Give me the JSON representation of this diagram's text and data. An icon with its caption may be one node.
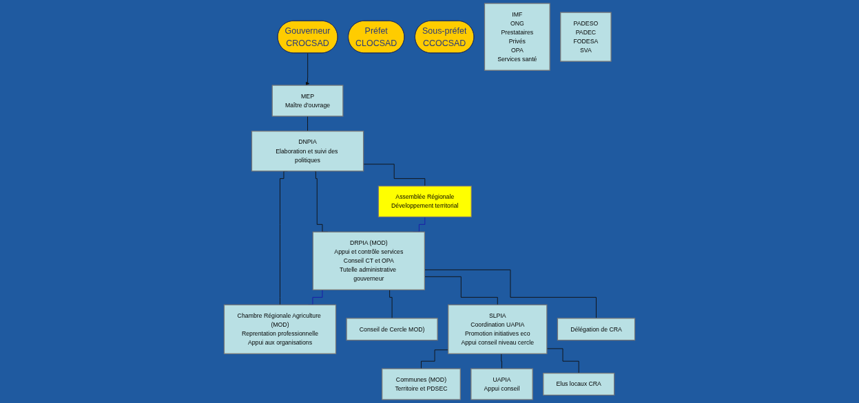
{
  "diagram": {
    "nodes": [
      {
        "text": [
          "MEP",
          "Maître d'ouvrage"
        ]
      },
      {
        "text": [
          "DNPIA",
          "Elaboration et suivi des politiques"
        ]
      },
      {
        "text": [
          "Assemblée Régionale",
          "Développement territorial"
        ]
      },
      {
        "text": [
          "DRPIA (MOD)",
          "Appui et contrôle services",
          "Conseil CT et OPA",
          "Tutelle administrative gouverneur"
        ]
      },
      {
        "text": [
          "Chambre Régionale Agriculture (MOD)",
          "Reprentation professionnelle",
          "Appui aux organisations"
        ]
      },
      {
        "text": [
          "Gouverneur",
          "CROCSAD"
        ]
      },
      {
        "text": [
          "Préfet",
          "CLOCSAD"
        ]
      },
      {
        "text": [
          "Sous-préfet",
          "CCOCSAD"
        ]
      },
      {
        "text": [
          "IMF",
          "ONG",
          "Prestataires",
          "Privés",
          "OPA",
          "Services santé"
        ]
      },
      {
        "text": [
          "Conseil de Cercle MOD)"
        ]
      },
      {
        "text": [
          "SLPIA",
          "Coordination UAPIA",
          "Promotion initiatives eco",
          "Appui conseil niveau cercle"
        ]
      },
      {
        "text": [
          "Délégation de CRA"
        ]
      },
      {
        "text": [
          "PADESO",
          "PADEC",
          "FODESA",
          "SVA"
        ]
      },
      {
        "text": [
          "Communes (MOD)",
          "Territoire et PDSEC"
        ]
      },
      {
        "text": [
          "UAPIA",
          "Appui conseil"
        ]
      },
      {
        "text": [
          "Elus locaux CRA"
        ]
      }
    ],
    "edges": [
      {
        "from": 0,
        "to": 1,
        "arrow": "none"
      },
      {
        "from": 1,
        "to": 2,
        "arrow": "none"
      },
      {
        "from": 1,
        "to": 3,
        "arrow": "none"
      },
      {
        "from": 1,
        "to": 4,
        "arrow": "none"
      },
      {
        "from": 2,
        "to": 3,
        "arrow": "none",
        "color": "#1a1aa8"
      },
      {
        "from": 3,
        "to": 4,
        "arrow": "none",
        "color": "#1a1aa8"
      },
      {
        "from": 3,
        "to": 9,
        "arrow": "none"
      },
      {
        "from": 3,
        "to": 10,
        "arrow": "none"
      },
      {
        "from": 3,
        "to": 11,
        "arrow": "none"
      },
      {
        "from": 10,
        "to": 13,
        "arrow": "none"
      },
      {
        "from": 10,
        "to": 14,
        "arrow": "none"
      },
      {
        "from": 10,
        "to": 15,
        "arrow": "none"
      },
      {
        "from": 5,
        "to": 0,
        "arrow": "to"
      }
    ]
  }
}
